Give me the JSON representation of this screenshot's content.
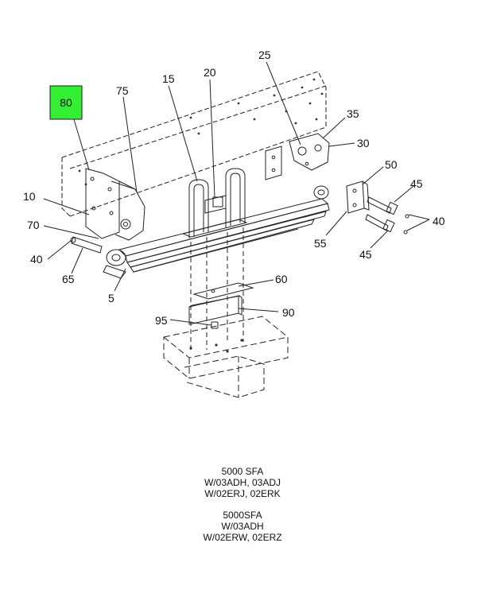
{
  "highlight": {
    "label": "80",
    "color": "#33ee33"
  },
  "callouts": {
    "c5": "5",
    "c10": "10",
    "c15": "15",
    "c20": "20",
    "c25": "25",
    "c30": "30",
    "c35": "35",
    "c40a": "40",
    "c40b": "40",
    "c45a": "45",
    "c45b": "45",
    "c50": "50",
    "c55": "55",
    "c60": "60",
    "c65": "65",
    "c70": "70",
    "c75": "75",
    "c90": "90",
    "c95": "95"
  },
  "captions": {
    "block1": [
      "5000 SFA",
      "W/03ADH, 03ADJ",
      "W/02ERJ, 02ERK"
    ],
    "block2": [
      "5000SFA",
      "W/03ADH",
      "W/02ERW, 02ERZ"
    ]
  }
}
